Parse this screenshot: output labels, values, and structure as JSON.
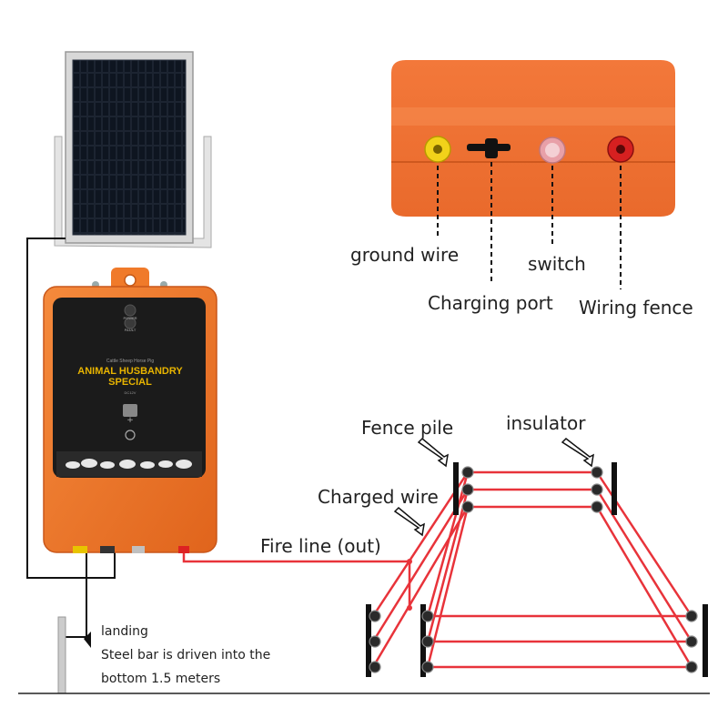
{
  "device": {
    "subtitle": "Cattle Sheep Horse Pig",
    "title_line1": "ANIMAL HUSBANDRY",
    "title_line2": "SPECIAL",
    "voltage": "DC12V",
    "indicator_top": "POWER",
    "indicator_bottom": "FAULT"
  },
  "labels": {
    "ground_wire": "ground wire",
    "charging_port": "Charging port",
    "switch": "switch",
    "wiring_fence": "Wiring fence",
    "fence_pile": "Fence pile",
    "insulator": "insulator",
    "charged_wire": "Charged wire",
    "fire_line": "Fire line (out)",
    "landing": "landing",
    "steel_bar_line1": "Steel bar is driven into the",
    "steel_bar_line2": "bottom 1.5 meters"
  },
  "colors": {
    "device_orange": "#f07a2a",
    "panel_black": "#1b1b1b",
    "wire_red": "#e8333a",
    "text_yellow": "#e8b400"
  },
  "icons": [
    "solar-panel-icon",
    "fence-post-icon",
    "insulator-icon",
    "arrow-icon",
    "animal-silhouette-icon"
  ]
}
